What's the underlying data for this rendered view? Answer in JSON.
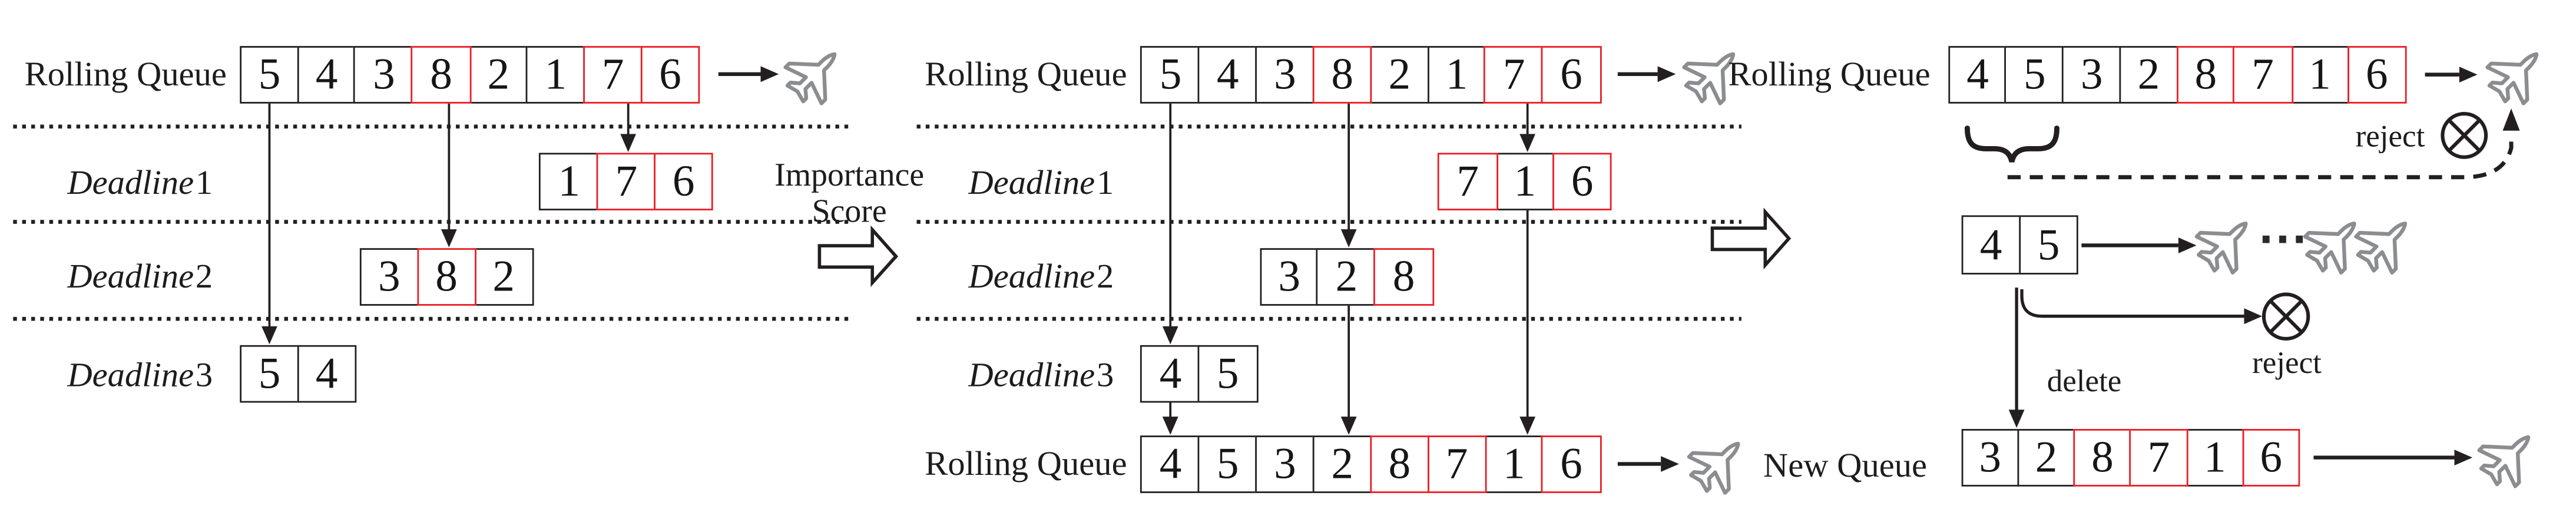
{
  "colors": {
    "highlight_red": "#ec1c24",
    "line_black": "#231f20",
    "plane_gray": "#8b8d90"
  },
  "highlighted_red_values": [
    "8",
    "7",
    "6"
  ],
  "left_panel": {
    "queue_label": "Rolling Queue",
    "queue_cells": [
      "5",
      "4",
      "3",
      "8",
      "2",
      "1",
      "7",
      "6"
    ],
    "deadline1": {
      "label_word": "Deadline",
      "label_num": "1",
      "cells": [
        "1",
        "7",
        "6"
      ]
    },
    "deadline2": {
      "label_word": "Deadline",
      "label_num": "2",
      "cells": [
        "3",
        "8",
        "2"
      ]
    },
    "deadline3": {
      "label_word": "Deadline",
      "label_num": "3",
      "cells": [
        "5",
        "4"
      ]
    }
  },
  "importance_arrow": {
    "line1": "Importance",
    "line2": "Score"
  },
  "middle_panel": {
    "queue_label": "Rolling Queue",
    "queue_cells": [
      "5",
      "4",
      "3",
      "8",
      "2",
      "1",
      "7",
      "6"
    ],
    "deadline1": {
      "label_word": "Deadline",
      "label_num": "1",
      "cells": [
        "7",
        "1",
        "6"
      ]
    },
    "deadline2": {
      "label_word": "Deadline",
      "label_num": "2",
      "cells": [
        "3",
        "2",
        "8"
      ]
    },
    "deadline3": {
      "label_word": "Deadline",
      "label_num": "3",
      "cells": [
        "4",
        "5"
      ]
    },
    "result_queue_label": "Rolling Queue",
    "result_queue_cells": [
      "4",
      "5",
      "3",
      "2",
      "8",
      "7",
      "1",
      "6"
    ]
  },
  "right_panel": {
    "queue_label": "Rolling Queue",
    "queue_cells": [
      "4",
      "5",
      "3",
      "2",
      "8",
      "7",
      "1",
      "6"
    ],
    "reject_top_label": "reject",
    "pair_box_cells": [
      "4",
      "5"
    ],
    "planes_ellipsis": "···",
    "reject_mid_label": "reject",
    "delete_label": "delete",
    "new_queue_label": "New Queue",
    "new_queue_cells": [
      "3",
      "2",
      "8",
      "7",
      "1",
      "6"
    ]
  }
}
